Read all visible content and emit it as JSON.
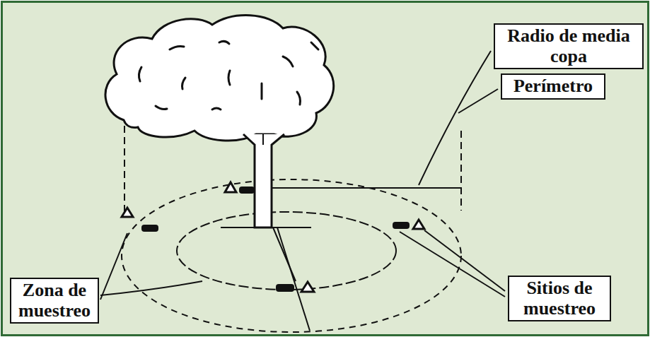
{
  "diagram": {
    "nodes": [
      {
        "text": [
          "Radio de media copa"
        ]
      },
      {
        "text": [
          "Perímetro"
        ]
      },
      {
        "text": [
          "Zona de muestreo"
        ]
      },
      {
        "text": [
          "Sitios de muestreo"
        ]
      }
    ]
  }
}
